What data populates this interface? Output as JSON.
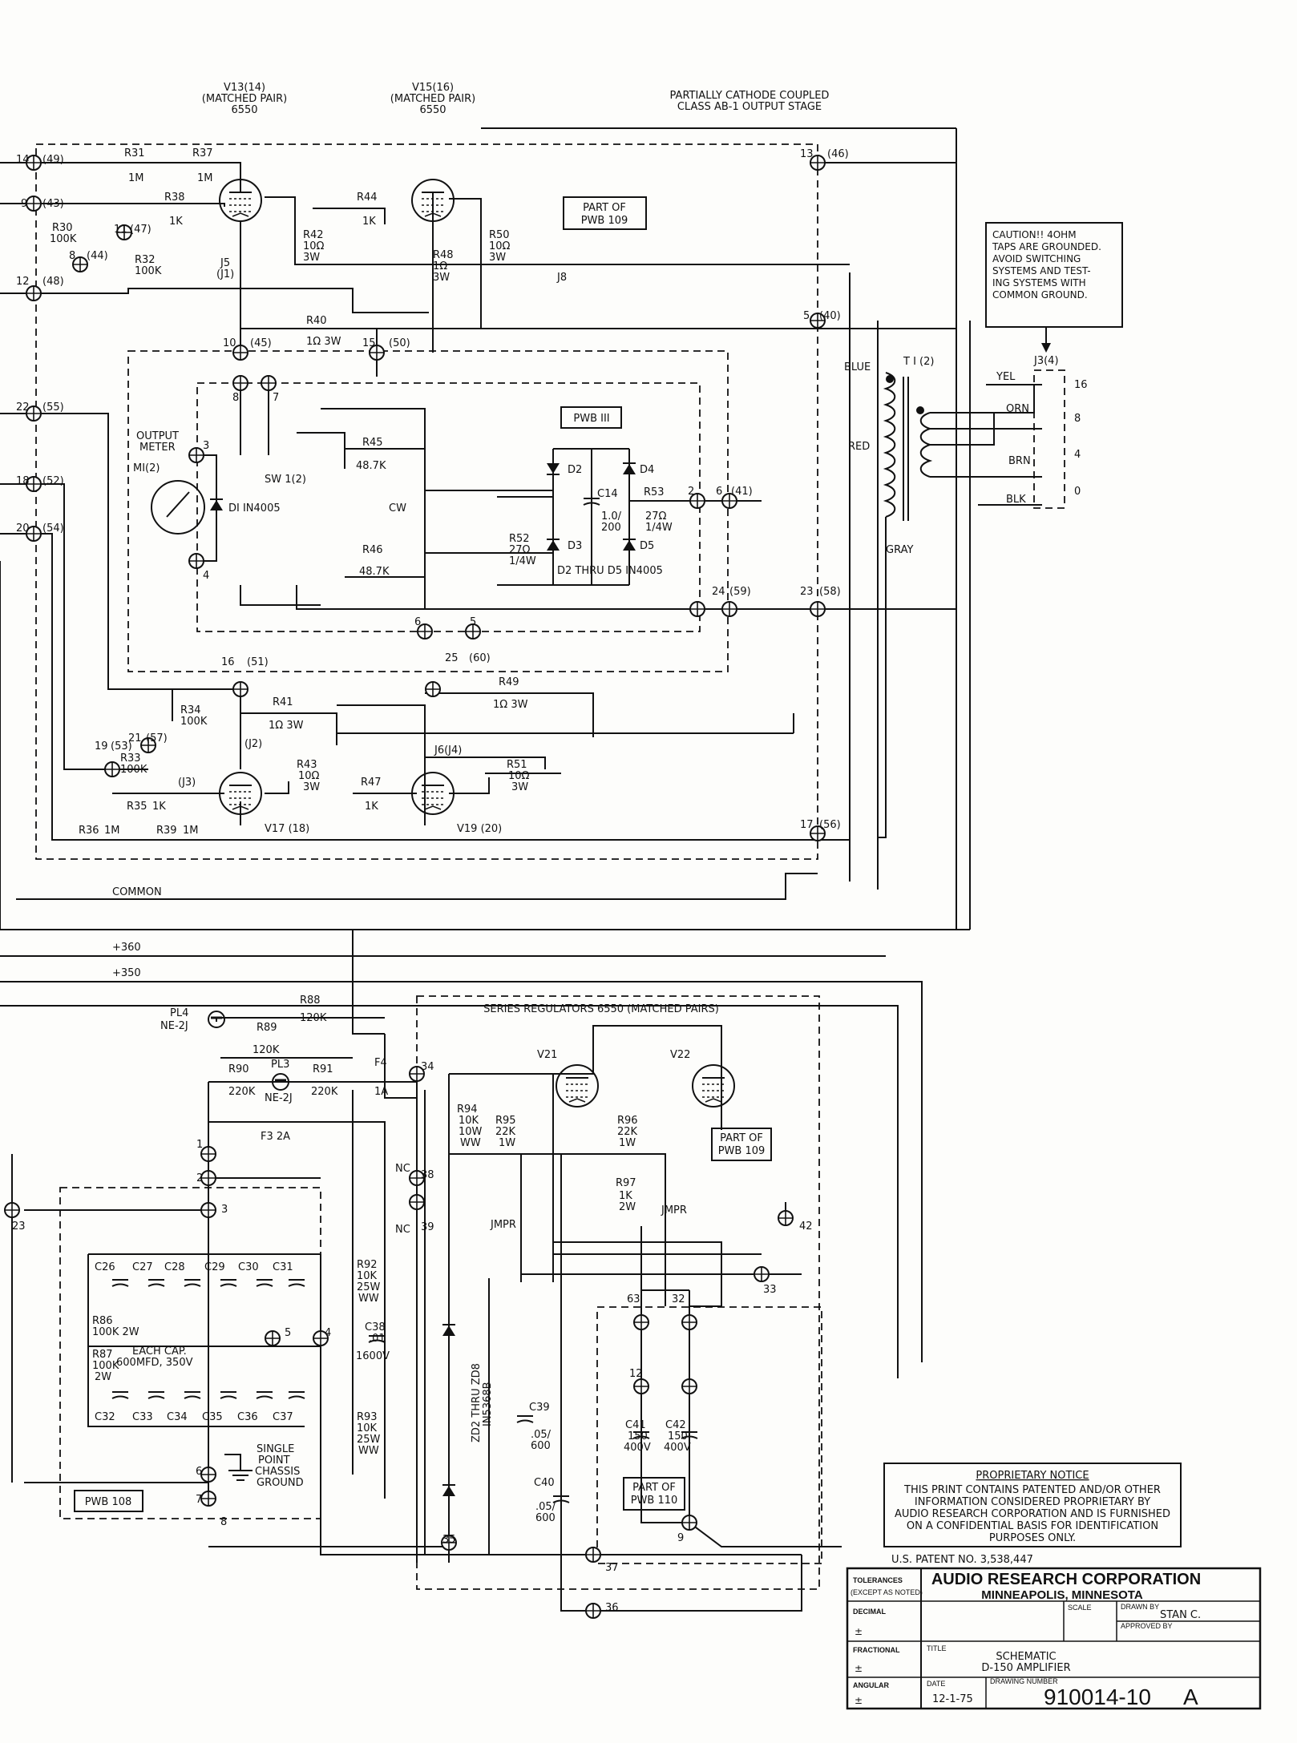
{
  "tubes": {
    "v13": {
      "name": "V13(14)",
      "pair": "(MATCHED PAIR)",
      "type": "6550"
    },
    "v15": {
      "name": "V15(16)",
      "pair": "(MATCHED PAIR)",
      "type": "6550"
    },
    "v17": "V17 (18)",
    "v19": "V19 (20)",
    "v21": "V21",
    "v22": "V22"
  },
  "headings": {
    "stage_line1": "PARTIALLY CATHODE COUPLED",
    "stage_line2": "CLASS AB-1 OUTPUT STAGE",
    "part_of_109_top": [
      "PART OF",
      "PWB 109"
    ],
    "pwb111": "PWB III",
    "regulators": "SERIES REGULATORS 6550 (MATCHED PAIRS)",
    "part_of_109_bottom": [
      "PART OF",
      "PWB 109"
    ],
    "part_of_110": [
      "PART OF",
      "PWB 110"
    ],
    "pwb108": "PWB 108",
    "meter": [
      "OUTPUT",
      "METER",
      "MI(2)"
    ]
  },
  "caution": [
    "CAUTION!! 4OHM",
    "TAPS ARE GROUNDED.",
    "AVOID SWITCHING",
    "SYSTEMS AND TEST-",
    "ING SYSTEMS WITH",
    "COMMON GROUND."
  ],
  "transformer": {
    "name": "T I (2)",
    "jack": "J3(4)",
    "primary": [
      "BLUE",
      "RED",
      "GRAY"
    ],
    "secondary": [
      "YEL",
      "ORN",
      "BRN",
      "BLK"
    ],
    "taps": [
      "16",
      "8",
      "4",
      "0"
    ]
  },
  "rails": {
    "common": "COMMON",
    "plus360": "+360",
    "plus350": "+350"
  },
  "connectors_left": [
    "14",
    "(49)",
    "9",
    "(43)",
    "12",
    "(48)",
    "22",
    "(55)",
    "18",
    "(52)",
    "20",
    "(54)",
    "8",
    "(44)",
    "11",
    "(47)"
  ],
  "connectors_mid": [
    "10",
    "(45)",
    "15",
    "(50)",
    "16",
    "(51)",
    "25",
    "(60)",
    "21",
    "(57)",
    "19",
    "(53)"
  ],
  "connectors_right": [
    "13",
    "(46)",
    "5",
    "(40)",
    "6",
    "(41)",
    "24",
    "(59)",
    "23",
    "(58)",
    "17",
    "(56)",
    "2",
    "6",
    "5",
    "8",
    "7",
    "3",
    "4"
  ],
  "resistors_top": [
    {
      "ref": "R31",
      "val": "1M"
    },
    {
      "ref": "R37",
      "val": "1M"
    },
    {
      "ref": "R38",
      "val": "1K"
    },
    {
      "ref": "R30",
      "val": "100K"
    },
    {
      "ref": "R32",
      "val": "100K"
    },
    {
      "ref": "R42",
      "val": "10Ω",
      "w": "3W"
    },
    {
      "ref": "R44",
      "val": "1K"
    },
    {
      "ref": "R48",
      "val": "1Ω",
      "w": "3W"
    },
    {
      "ref": "R50",
      "val": "10Ω",
      "w": "3W"
    },
    {
      "ref": "R40",
      "val": "1Ω 3W"
    }
  ],
  "jumpers": [
    "J5",
    "(J1)",
    "J8",
    "(J2)",
    "J6(J4)",
    "(J3)"
  ],
  "meter_parts": {
    "d1": "DI  IN4005",
    "sw": "SW 1(2)",
    "cw": "CW",
    "r45": [
      "R45",
      "48.7K"
    ],
    "r46": [
      "R46",
      "48.7K"
    ],
    "r52": [
      "R52",
      "27Ω",
      "1/4W"
    ],
    "r53": [
      "R53",
      "27Ω",
      "1/4W"
    ],
    "c14": [
      "C14",
      "1.0/",
      "200"
    ],
    "diodes": [
      "D2",
      "D3",
      "D4",
      "D5"
    ],
    "diode_note": "D2 THRU D5  IN4005"
  },
  "resistors_lower": [
    {
      "ref": "R34",
      "val": "100K"
    },
    {
      "ref": "R41",
      "val": "1Ω 3W"
    },
    {
      "ref": "R49",
      "val": "1Ω 3W"
    },
    {
      "ref": "R33",
      "val": "100K"
    },
    {
      "ref": "R43",
      "val": "10Ω",
      "w": "3W"
    },
    {
      "ref": "R51",
      "val": "10Ω",
      "w": "3W"
    },
    {
      "ref": "R35",
      "val": "1K"
    },
    {
      "ref": "R47",
      "val": "1K"
    },
    {
      "ref": "R36",
      "val": "1M"
    },
    {
      "ref": "R39",
      "val": "1M"
    }
  ],
  "psu": {
    "pl4": [
      "PL4",
      "NE-2J"
    ],
    "pl3": [
      "PL3",
      "NE-2J"
    ],
    "r88": [
      "R88",
      "120K"
    ],
    "r89": [
      "R89",
      "120K"
    ],
    "r90": [
      "R90",
      "220K"
    ],
    "r91": [
      "R91",
      "220K"
    ],
    "f4": [
      "F4",
      "1A"
    ],
    "f3": "F3 2A",
    "r94": [
      "R94",
      "10K",
      "10W",
      "WW"
    ],
    "r95": [
      "R95",
      "22K",
      "1W"
    ],
    "r96": [
      "R96",
      "22K",
      "1W"
    ],
    "r97": [
      "R97",
      "1K",
      "2W"
    ],
    "jmpr": "JMPR",
    "nc": "NC",
    "caps_top": [
      "C26",
      "C27",
      "C28",
      "C29",
      "C30",
      "C31"
    ],
    "caps_bottom": [
      "C32",
      "C33",
      "C34",
      "C35",
      "C36",
      "C37"
    ],
    "each_cap": [
      "EACH CAP.",
      "600MFD, 350V"
    ],
    "r86": [
      "R86",
      "100K 2W"
    ],
    "r87": [
      "R87",
      "100K",
      "2W"
    ],
    "r92": [
      "R92",
      "10K",
      "25W",
      "WW"
    ],
    "r93": [
      "R93",
      "10K",
      "25W",
      "WW"
    ],
    "c38": [
      "C38",
      ".01",
      "1600V"
    ],
    "ground": [
      "SINGLE",
      "POINT",
      "CHASSIS",
      "GROUND"
    ],
    "zener": [
      "ZD2 THRU ZD8",
      "IN5368B"
    ],
    "c39": [
      "C39",
      ".05/",
      "600"
    ],
    "c40": [
      "C40",
      ".05/",
      "600"
    ],
    "c41": [
      "C41",
      "150",
      "400V"
    ],
    "c42": [
      "C42",
      "150",
      "400V"
    ],
    "nodes": [
      "1",
      "2",
      "3",
      "4",
      "5",
      "6",
      "7",
      "8",
      "9",
      "12",
      "23",
      "32",
      "33",
      "34",
      "35",
      "36",
      "37",
      "38",
      "39",
      "42",
      "63"
    ]
  },
  "notice": {
    "heading": "PROPRIETARY NOTICE",
    "lines": [
      "THIS PRINT CONTAINS PATENTED AND/OR OTHER",
      "INFORMATION CONSIDERED PROPRIETARY BY",
      "AUDIO RESEARCH CORPORATION AND IS FURNISHED",
      "ON A CONFIDENTIAL BASIS FOR IDENTIFICATION",
      "PURPOSES ONLY."
    ],
    "patent": "U.S. PATENT NO. 3,538,447"
  },
  "title_block": {
    "tolerances": "TOLERANCES",
    "except": "(EXCEPT AS NOTED)",
    "company": "AUDIO RESEARCH CORPORATION",
    "city": "MINNEAPOLIS, MINNESOTA",
    "decimal": "DECIMAL",
    "fractional": "FRACTIONAL",
    "angular": "ANGULAR",
    "pm": "±",
    "scale": "SCALE",
    "drawn_by_label": "DRAWN BY",
    "drawn_by": "STAN C.",
    "approved_by": "APPROVED BY",
    "title_label": "TITLE",
    "title1": "SCHEMATIC",
    "title2": "D-150 AMPLIFIER",
    "date_label": "DATE",
    "date": "12-1-75",
    "drawing_label": "DRAWING NUMBER",
    "drawing_no": "910014-10",
    "rev": "A"
  }
}
